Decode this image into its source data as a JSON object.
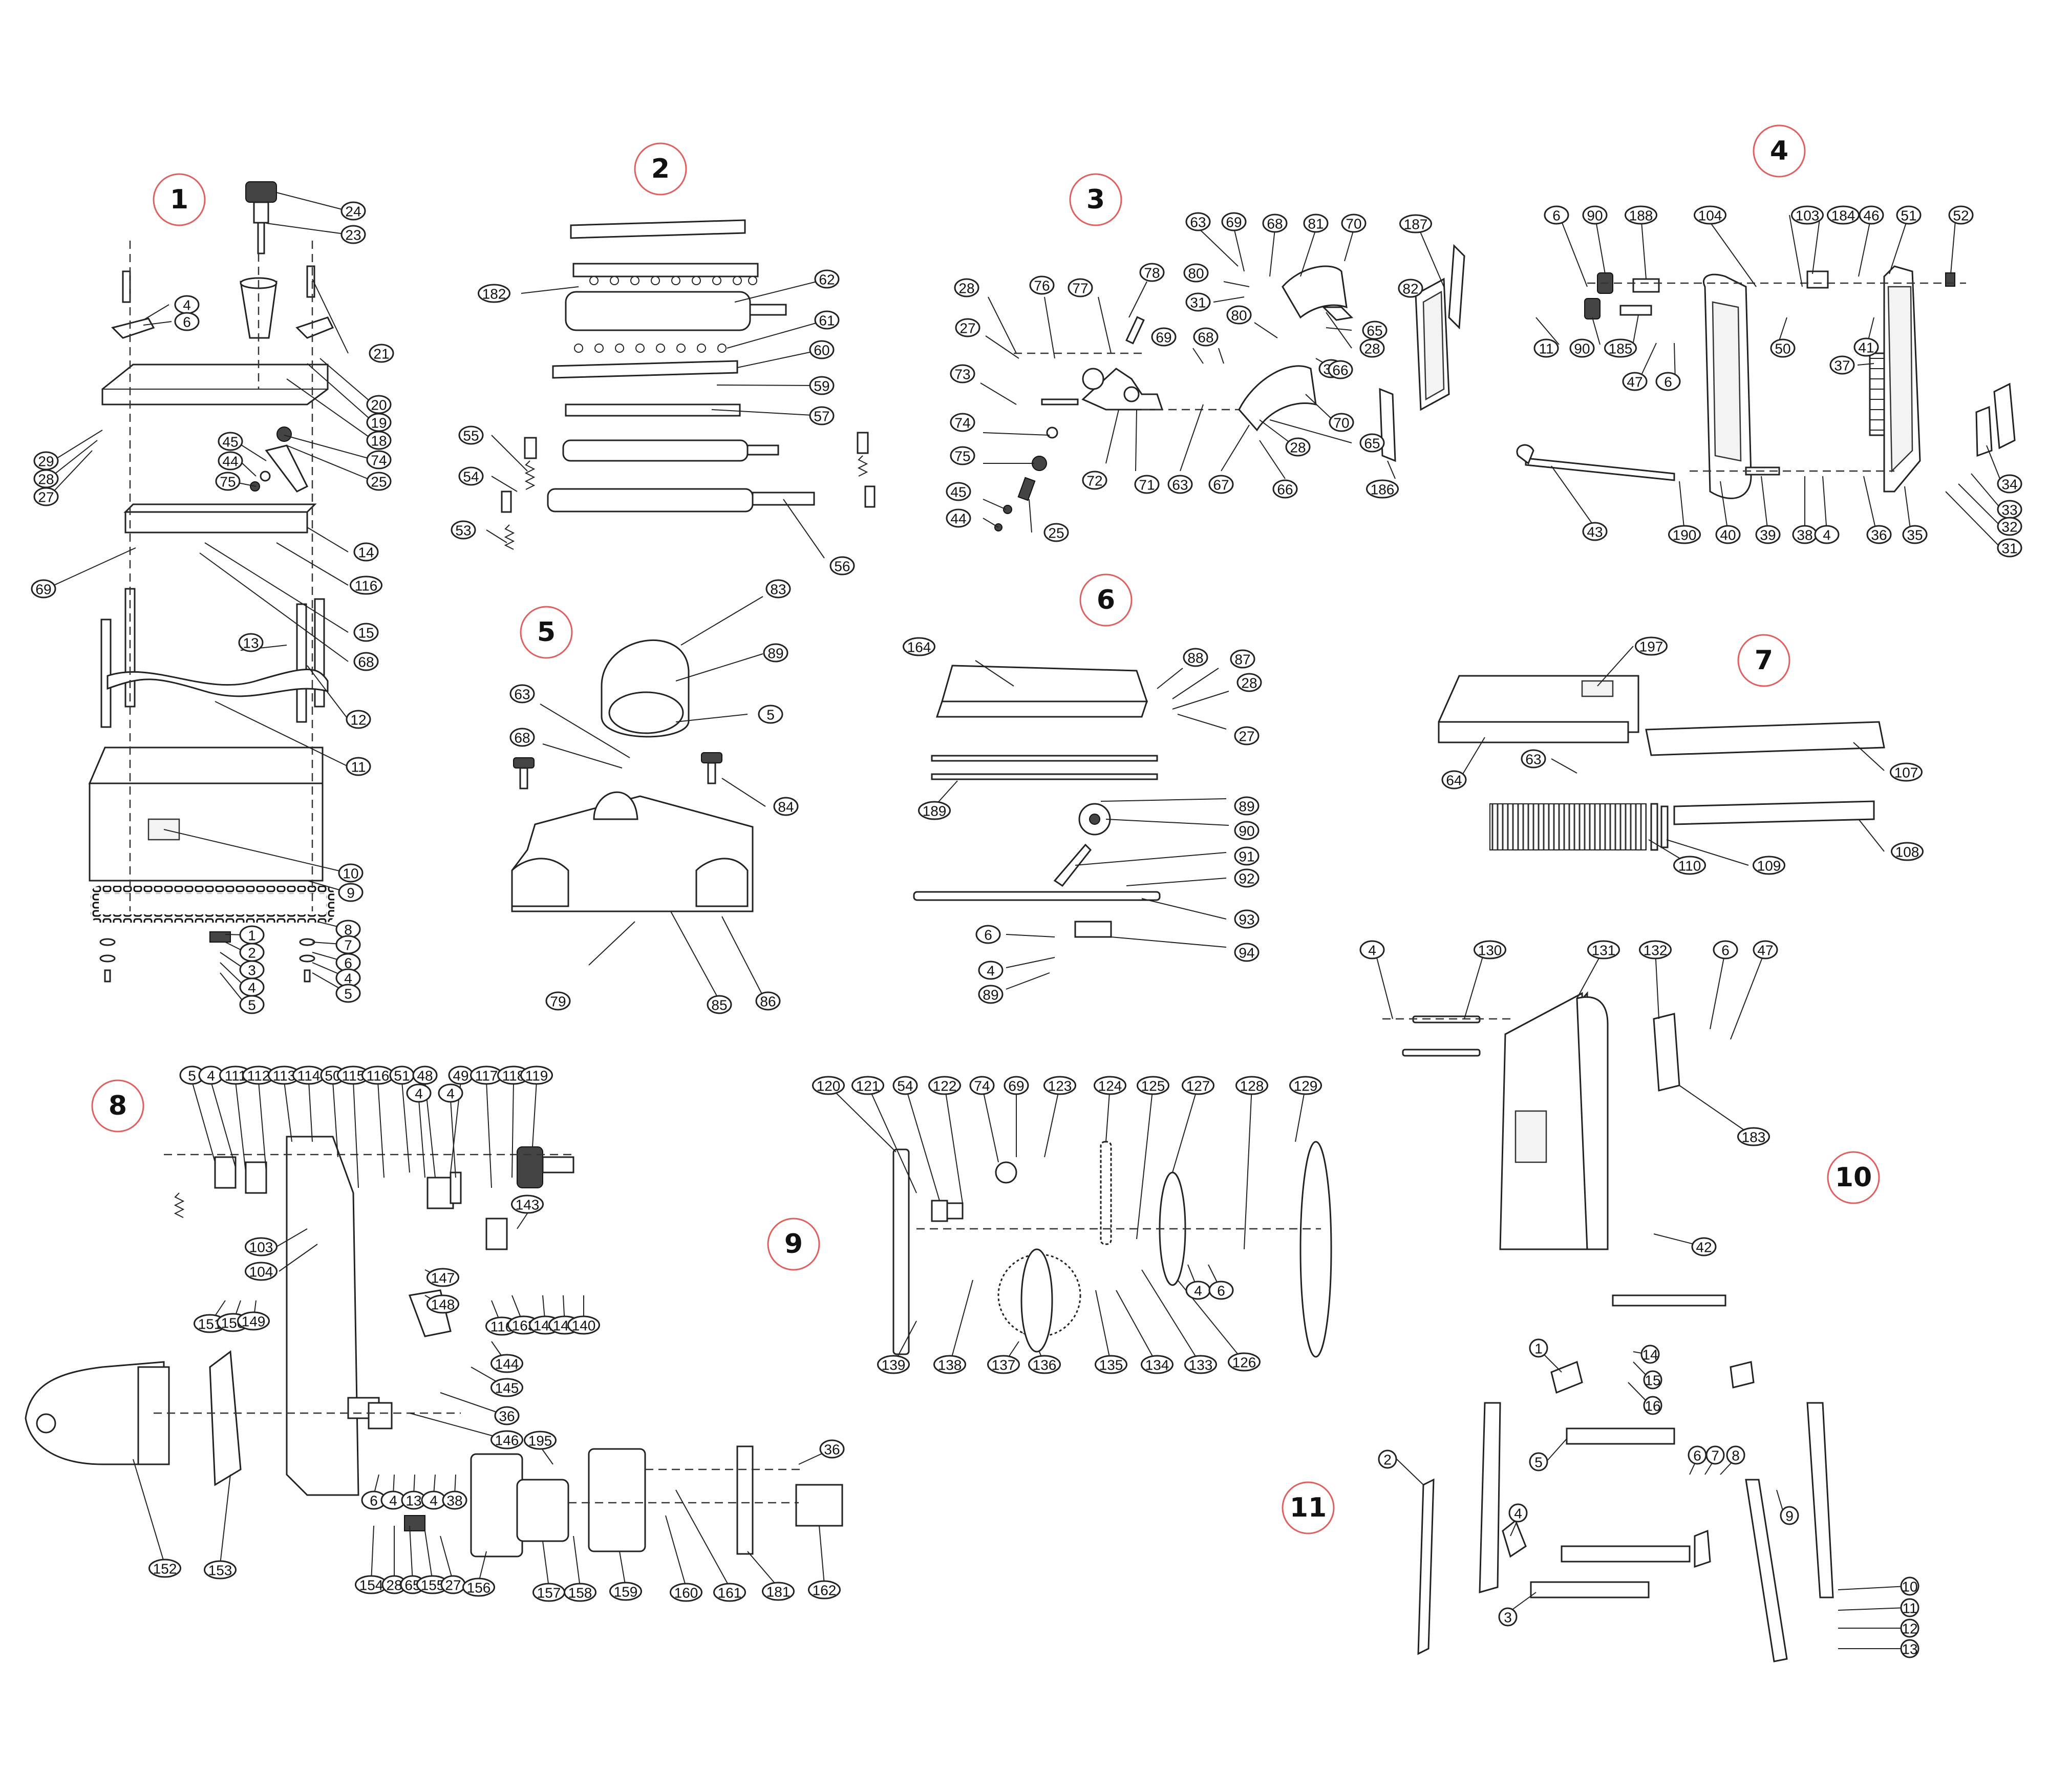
{
  "sections": [
    {
      "number": "1",
      "labels": [
        "24",
        "23",
        "4",
        "6",
        "21",
        "20",
        "19",
        "18",
        "74",
        "25",
        "45",
        "44",
        "75",
        "29",
        "28",
        "27",
        "14",
        "116",
        "69",
        "15",
        "68",
        "13",
        "12",
        "11",
        "10",
        "9",
        "8",
        "7",
        "6",
        "4",
        "5",
        "1",
        "2",
        "3",
        "4",
        "5"
      ]
    },
    {
      "number": "2",
      "labels": [
        "182",
        "62",
        "61",
        "60",
        "59",
        "57",
        "55",
        "54",
        "53",
        "56"
      ]
    },
    {
      "number": "3",
      "labels": [
        "63",
        "69",
        "68",
        "81",
        "70",
        "187",
        "28",
        "76",
        "77",
        "78",
        "80",
        "31",
        "82",
        "27",
        "80",
        "65",
        "28",
        "73",
        "69",
        "68",
        "31",
        "66",
        "74",
        "70",
        "75",
        "72",
        "71",
        "63",
        "67",
        "28",
        "65",
        "45",
        "66",
        "186",
        "44",
        "25"
      ]
    },
    {
      "number": "4",
      "labels": [
        "6",
        "90",
        "188",
        "104",
        "103",
        "184",
        "46",
        "51",
        "52",
        "11",
        "90",
        "185",
        "50",
        "41",
        "47",
        "6",
        "37",
        "34",
        "33",
        "43",
        "190",
        "40",
        "39",
        "38",
        "4",
        "36",
        "35",
        "32",
        "31"
      ]
    },
    {
      "number": "5",
      "labels": [
        "83",
        "89",
        "63",
        "5",
        "68",
        "84",
        "79",
        "85",
        "86"
      ]
    },
    {
      "number": "6",
      "labels": [
        "164",
        "88",
        "87",
        "28",
        "27",
        "189",
        "89",
        "90",
        "91",
        "92",
        "93",
        "6",
        "94",
        "4",
        "89"
      ]
    },
    {
      "number": "7",
      "labels": [
        "197",
        "64",
        "63",
        "107",
        "110",
        "109",
        "108"
      ]
    },
    {
      "number": "8",
      "labels": [
        "5",
        "4",
        "111",
        "112",
        "113",
        "114",
        "50",
        "115",
        "116",
        "51",
        "48",
        "49",
        "117",
        "118",
        "119",
        "4",
        "4",
        "143",
        "103",
        "104",
        "147",
        "148",
        "151",
        "150",
        "149",
        "116",
        "163",
        "142",
        "141",
        "140",
        "144",
        "145",
        "36",
        "146",
        "195",
        "36",
        "6",
        "4",
        "13",
        "4",
        "38",
        "152",
        "153",
        "154",
        "28",
        "65",
        "155",
        "27",
        "156",
        "157",
        "158",
        "159",
        "160",
        "161",
        "181",
        "162"
      ]
    },
    {
      "number": "9",
      "labels": [
        "120",
        "121",
        "54",
        "122",
        "74",
        "69",
        "123",
        "124",
        "125",
        "127",
        "128",
        "129",
        "139",
        "138",
        "137",
        "136",
        "135",
        "134",
        "133",
        "4",
        "6",
        "126"
      ]
    },
    {
      "number": "10",
      "labels": [
        "4",
        "130",
        "131",
        "132",
        "6",
        "47",
        "183",
        "42"
      ]
    },
    {
      "number": "11",
      "labels": [
        "1",
        "14",
        "15",
        "16",
        "2",
        "5",
        "6",
        "7",
        "8",
        "9",
        "4",
        "3",
        "10",
        "11",
        "12",
        "13"
      ]
    }
  ],
  "icons": [
    "screw-icon",
    "spring-icon",
    "knob-icon",
    "chain-icon",
    "gear-icon",
    "shaft-icon",
    "bracket-icon",
    "blade-icon",
    "motor-icon",
    "housing-icon"
  ]
}
